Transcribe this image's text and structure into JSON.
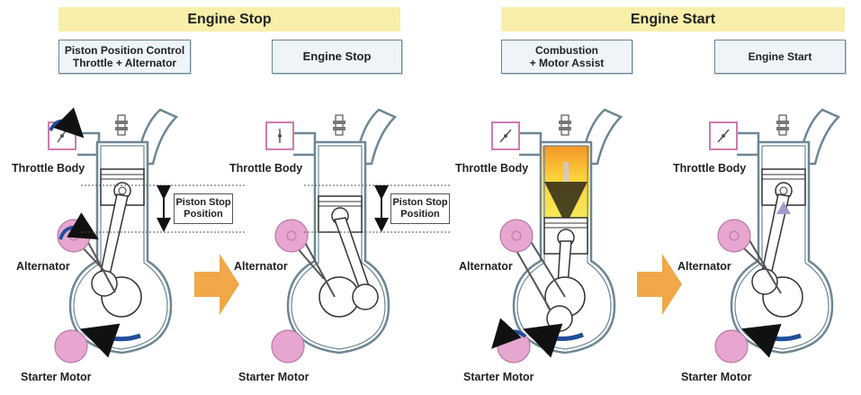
{
  "headers": {
    "engine_stop": "Engine Stop",
    "engine_start": "Engine Start"
  },
  "boxes": {
    "piston_position_control_line1": "Piston Position Control",
    "piston_position_control_line2": "Throttle + Alternator",
    "engine_stop": "Engine Stop",
    "combustion_line1": "Combustion",
    "combustion_line2": "+ Motor Assist",
    "engine_start": "Engine Start"
  },
  "labels": {
    "throttle_body": "Throttle Body",
    "alternator": "Alternator",
    "starter_motor": "Starter Motor",
    "piston_stop_line1": "Piston Stop",
    "piston_stop_line2": "Position"
  },
  "colors": {
    "header_bg": "#f7efaa",
    "box_bg": "#eef4f8",
    "engine_outline": "#6d8794",
    "pulley_pink": "#e6a6cf",
    "flow_arrow": "#f0a848",
    "rotation_arrow": "#1f4e9a",
    "combustion_yellow": "#f8e23a",
    "combustion_orange": "#f5962a"
  }
}
